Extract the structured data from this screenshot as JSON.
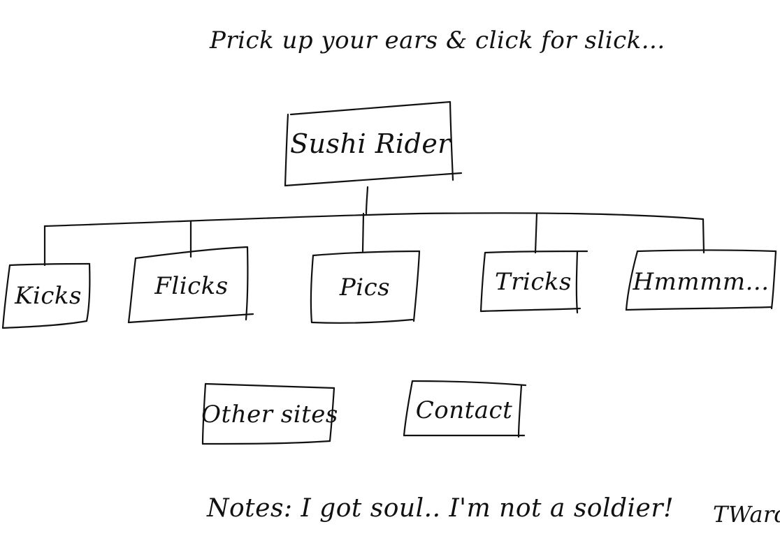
{
  "header": {
    "tagline": "Prick up your ears & click for slick..."
  },
  "root": {
    "label": "Sushi Rider"
  },
  "nav": {
    "items": [
      {
        "label": "Kicks"
      },
      {
        "label": "Flicks"
      },
      {
        "label": "Pics"
      },
      {
        "label": "Tricks"
      },
      {
        "label": "Hmmmm..."
      }
    ]
  },
  "secondary": {
    "items": [
      {
        "label": "Other sites"
      },
      {
        "label": "Contact"
      }
    ]
  },
  "footer": {
    "notes": "Notes: I got soul.. I'm not a soldier!",
    "signature": "TWard"
  },
  "colors": {
    "ink": "#111111",
    "paper": "#ffffff"
  }
}
